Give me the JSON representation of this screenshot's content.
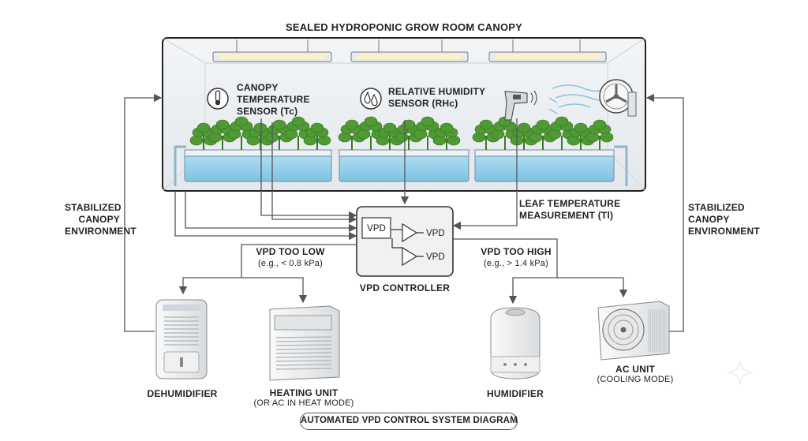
{
  "title": "SEALED HYDROPONIC GROW ROOM CANOPY",
  "footer": "AUTOMATED VPD CONTROL SYSTEM DIAGRAM",
  "sensors": {
    "canopy_temp": [
      "CANOPY",
      "TEMPERATURE",
      "SENSOR (Tc)"
    ],
    "humidity": [
      "RELATIVE HUMIDITY",
      "SENSOR (RHc)"
    ],
    "leaf_temp": [
      "LEAF TEMPERATURE",
      "MEASUREMENT (Tl)"
    ]
  },
  "controller": {
    "name": "VPD CONTROLLER",
    "input_label": "VPD",
    "output_top": "VPD",
    "output_bottom": "VPD"
  },
  "conditions": {
    "low": {
      "label": "VPD TOO LOW",
      "detail": "(e.g., < 0.8 kPa)"
    },
    "high": {
      "label": "VPD TOO HIGH",
      "detail": "(e.g., > 1.4 kPa)"
    }
  },
  "feedback": {
    "left": [
      "STABILIZED",
      "CANOPY",
      "ENVIRONMENT"
    ],
    "right": [
      "STABILIZED",
      "CANOPY",
      "ENVIRONMENT"
    ]
  },
  "devices": {
    "dehumidifier": {
      "label": "DEHUMIDIFIER"
    },
    "heater": {
      "label": "HEATING UNIT",
      "detail": "(OR AC IN HEAT MODE)"
    },
    "humidifier": {
      "label": "HUMIDIFIER"
    },
    "ac": {
      "label": "AC UNIT",
      "detail": "(COOLING MODE)"
    }
  },
  "colors": {
    "line": "#555555",
    "room_border": "#222222",
    "plant": "#4f9a34",
    "water": "#9fd4ec"
  }
}
